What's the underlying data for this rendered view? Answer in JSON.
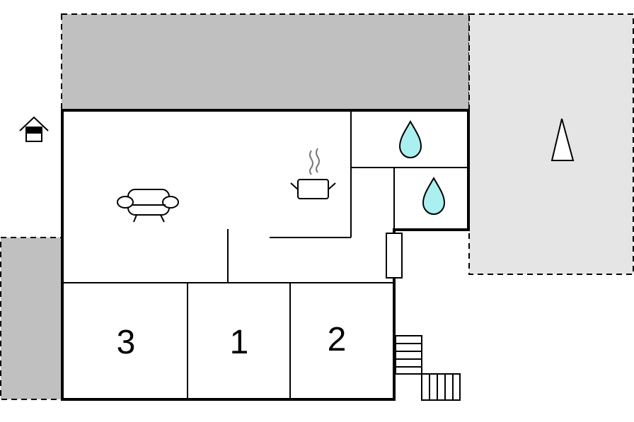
{
  "floorplan": {
    "colors": {
      "wall": "#000000",
      "terrace": "#c0c0c0",
      "garden": "#e5e5e5",
      "water": "#aaf0f0",
      "background": "#ffffff"
    },
    "rooms": [
      {
        "label": "3",
        "type": "bedroom"
      },
      {
        "label": "1",
        "type": "bedroom"
      },
      {
        "label": "2",
        "type": "bedroom"
      }
    ],
    "icons": [
      "house-icon",
      "sofa-icon",
      "cooking-pot-icon",
      "water-drop-icon",
      "water-drop-icon",
      "tree-icon",
      "stairs-icon"
    ]
  }
}
